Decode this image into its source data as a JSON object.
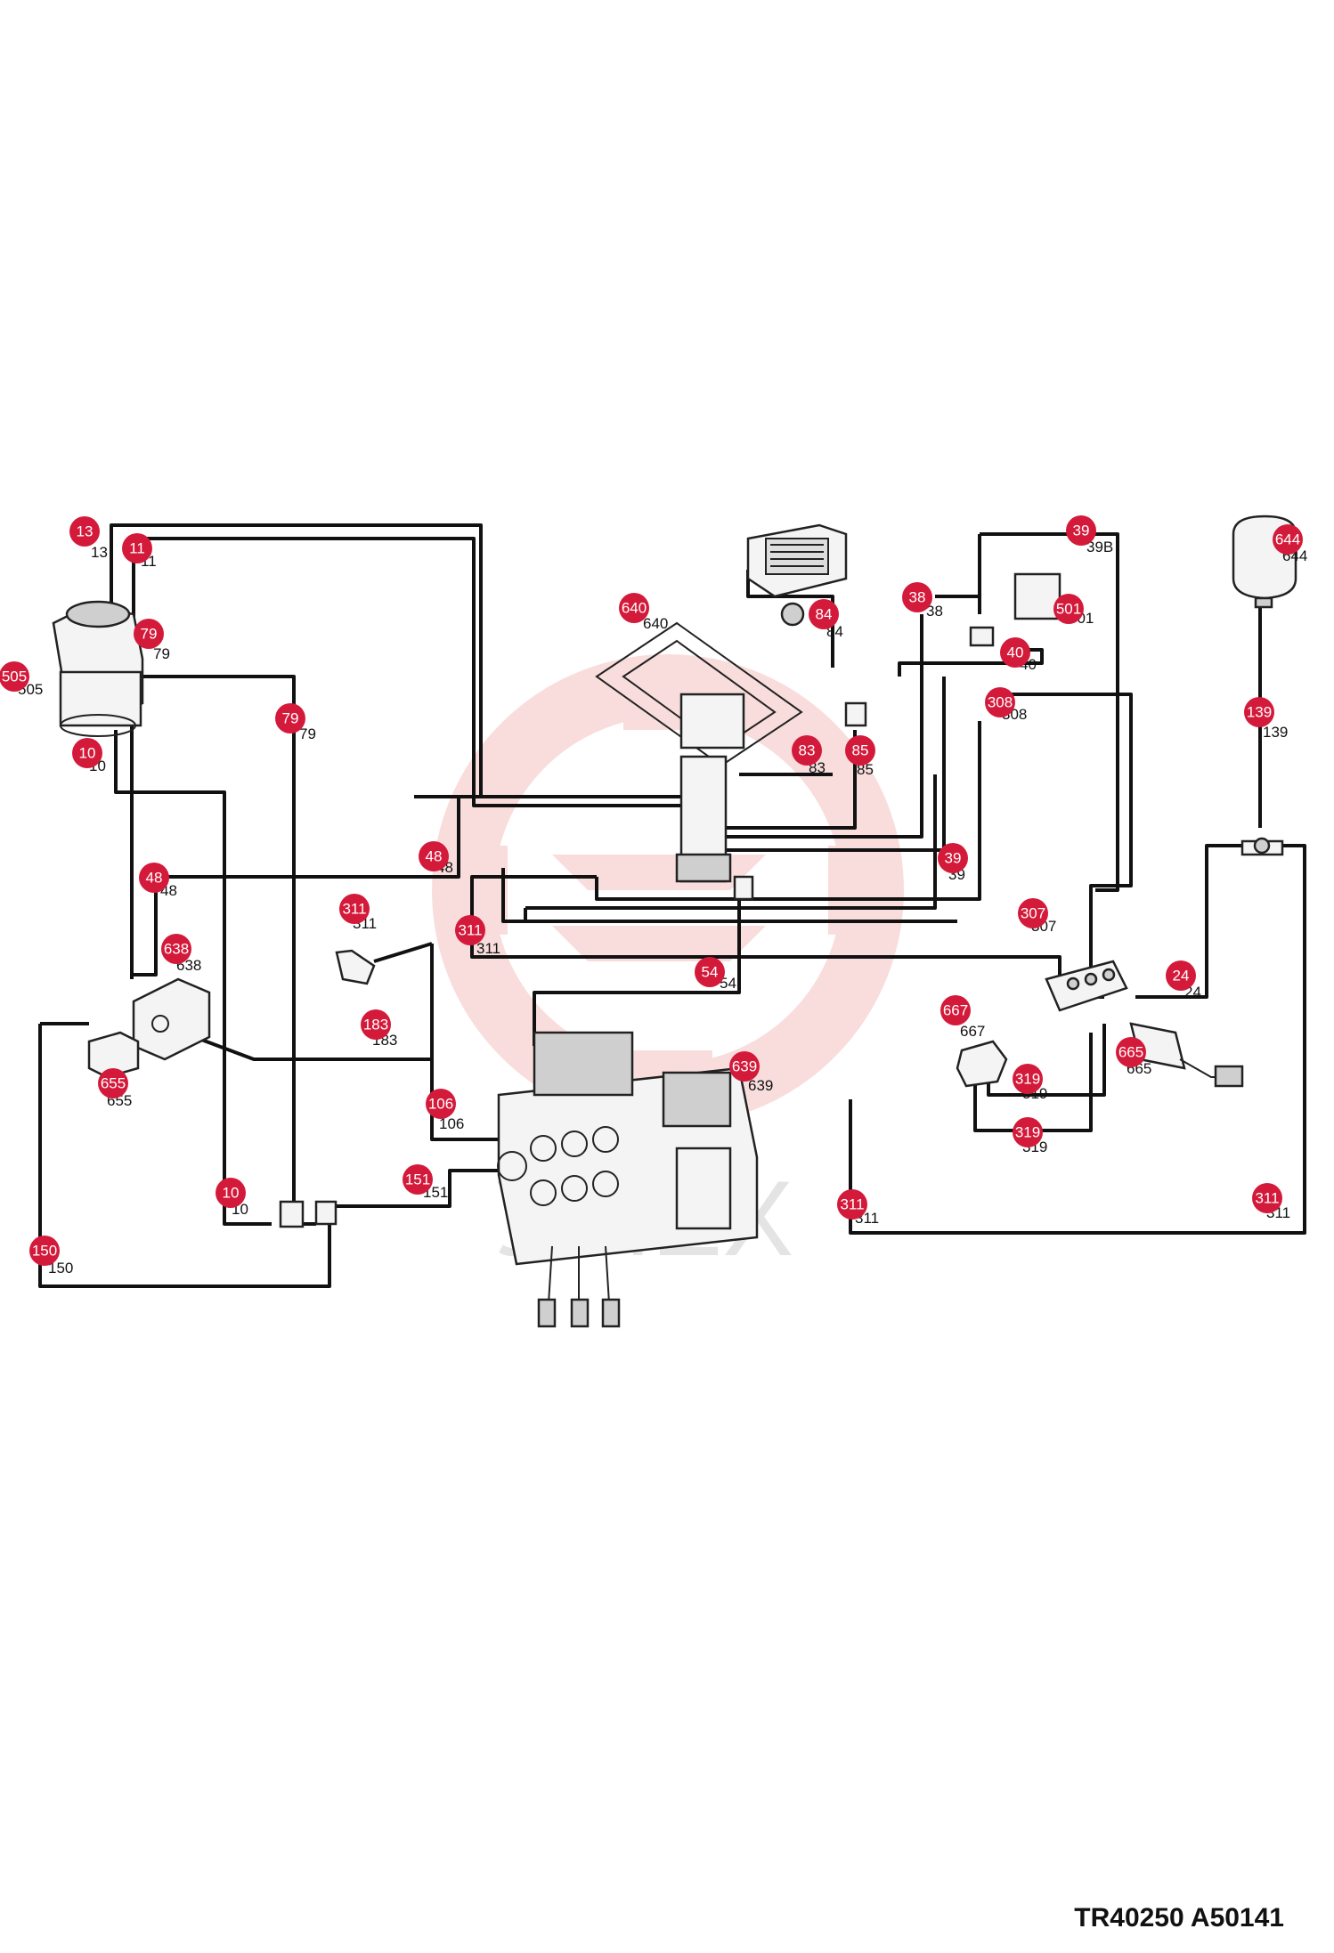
{
  "doc_code": "TR40250 A50141",
  "watermark_text": "УМЕХ",
  "colors": {
    "callout": "#d41a3a",
    "pipe": "#111111",
    "watermark": "#f0a0a0"
  },
  "callouts": [
    {
      "id": "c13a",
      "label": "13"
    },
    {
      "id": "c11a",
      "label": "11"
    },
    {
      "id": "c79a",
      "label": "79"
    },
    {
      "id": "c505",
      "label": "505"
    },
    {
      "id": "c10a",
      "label": "10"
    },
    {
      "id": "c79b",
      "label": "79"
    },
    {
      "id": "c640",
      "label": "640"
    },
    {
      "id": "c84",
      "label": "84"
    },
    {
      "id": "c83",
      "label": "83"
    },
    {
      "id": "c85",
      "label": "85"
    },
    {
      "id": "c38",
      "label": "38"
    },
    {
      "id": "c39a",
      "label": "39"
    },
    {
      "id": "c501",
      "label": "501"
    },
    {
      "id": "c40",
      "label": "40"
    },
    {
      "id": "c308",
      "label": "308"
    },
    {
      "id": "c644",
      "label": "644"
    },
    {
      "id": "c139",
      "label": "139"
    },
    {
      "id": "c48a",
      "label": "48"
    },
    {
      "id": "c48b",
      "label": "48"
    },
    {
      "id": "c39b",
      "label": "39"
    },
    {
      "id": "c311a",
      "label": "311"
    },
    {
      "id": "c311b",
      "label": "311"
    },
    {
      "id": "c638",
      "label": "638"
    },
    {
      "id": "c307",
      "label": "307"
    },
    {
      "id": "c54",
      "label": "54"
    },
    {
      "id": "c183",
      "label": "183"
    },
    {
      "id": "c24",
      "label": "24"
    },
    {
      "id": "c667",
      "label": "667"
    },
    {
      "id": "c665",
      "label": "665"
    },
    {
      "id": "c655",
      "label": "655"
    },
    {
      "id": "c639",
      "label": "639"
    },
    {
      "id": "c319a",
      "label": "319"
    },
    {
      "id": "c106",
      "label": "106"
    },
    {
      "id": "c319b",
      "label": "319"
    },
    {
      "id": "c151",
      "label": "151"
    },
    {
      "id": "c10b",
      "label": "10"
    },
    {
      "id": "c311c",
      "label": "311"
    },
    {
      "id": "c311d",
      "label": "311"
    },
    {
      "id": "c150",
      "label": "150"
    }
  ],
  "plain_labels": [
    "13",
    "11",
    "79",
    "505",
    "10",
    "79",
    "640",
    "84",
    "83",
    "85",
    "38",
    "39B",
    "501",
    "40",
    "308",
    "644",
    "139",
    "48",
    "48",
    "39",
    "311",
    "311",
    "638",
    "307",
    "54",
    "183",
    "24",
    "667",
    "665",
    "655",
    "639",
    "319",
    "106",
    "319",
    "151",
    "10",
    "311",
    "311",
    "150"
  ]
}
